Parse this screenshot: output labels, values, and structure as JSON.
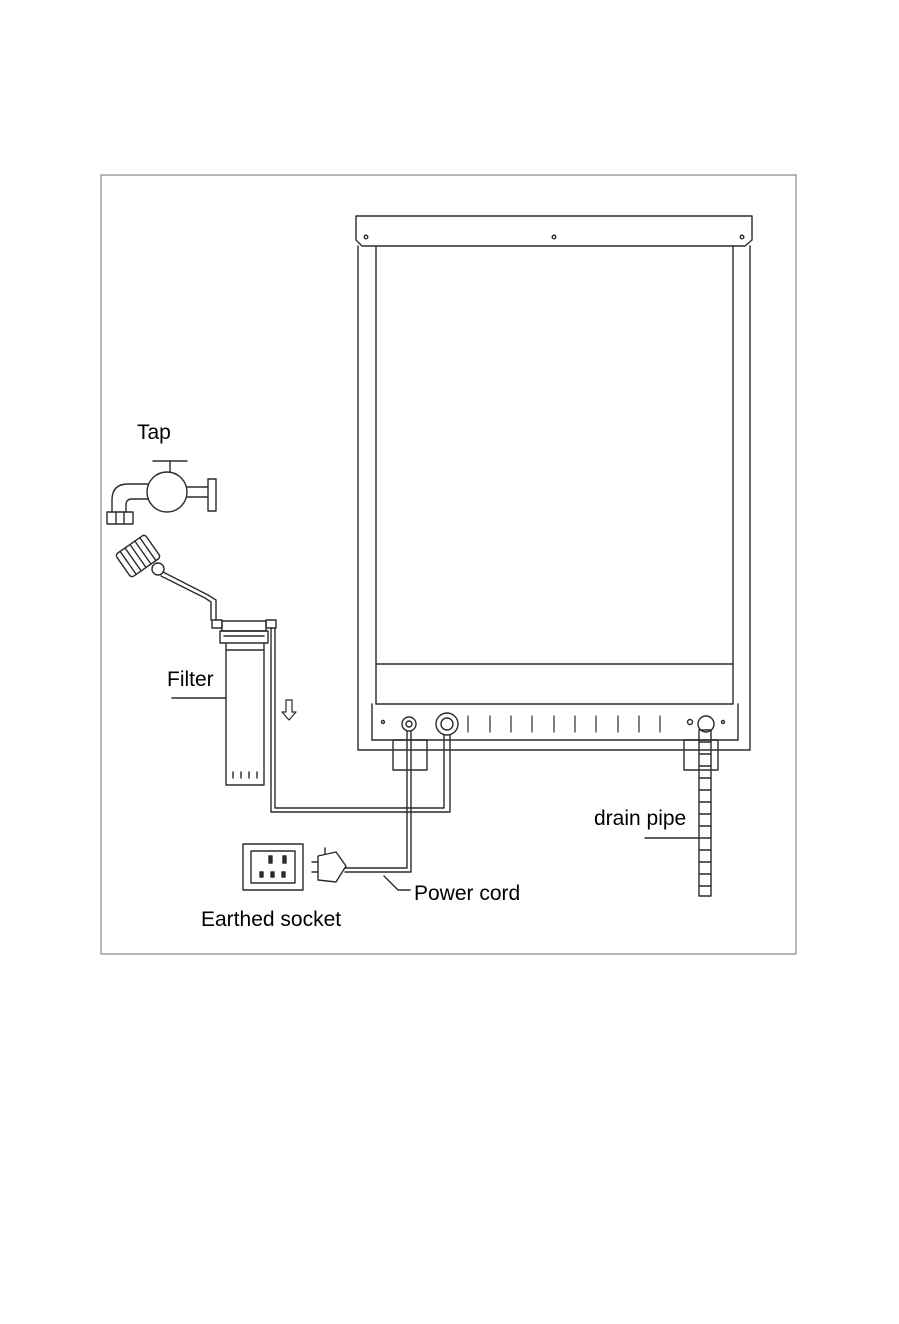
{
  "labels": {
    "tap": "Tap",
    "filter": "Filter",
    "drain_pipe": "drain pipe",
    "power_cord": "Power cord",
    "earthed_socket": "Earthed socket"
  },
  "colors": {
    "line": "#2b2b2b",
    "background": "#ffffff",
    "frame": "#8a8a8a"
  }
}
